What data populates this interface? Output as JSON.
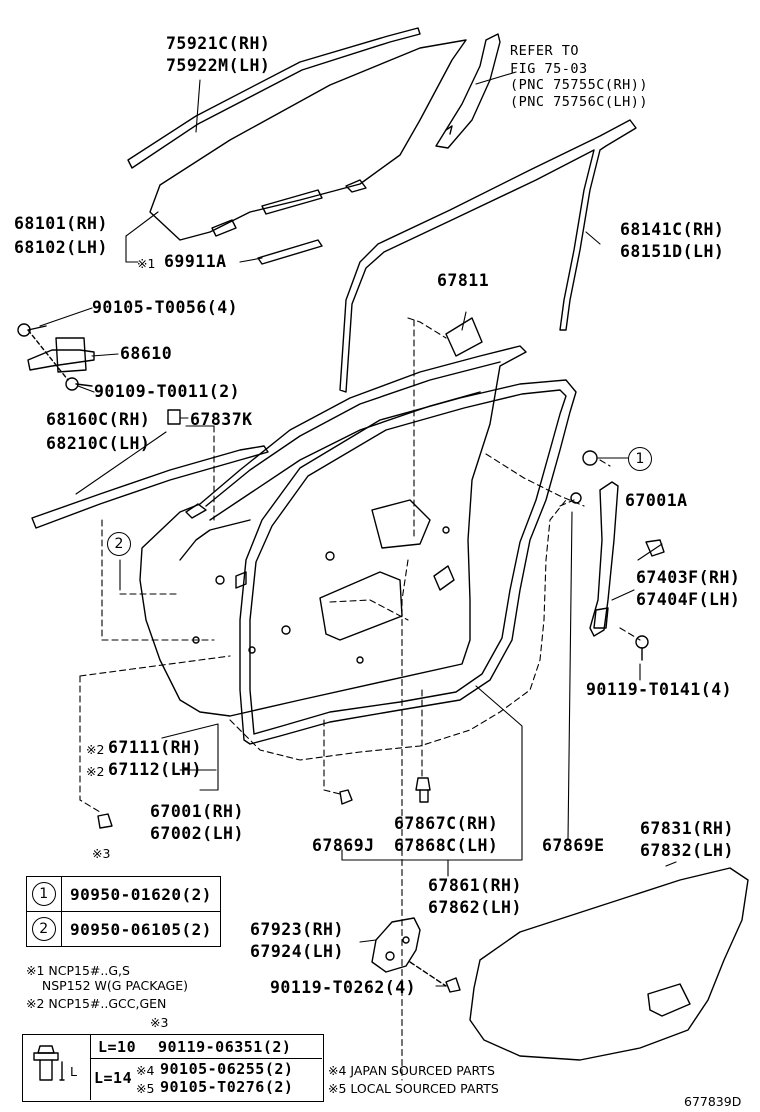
{
  "parts": {
    "p75921": "75921C(RH)",
    "p75922": "75922M(LH)",
    "p68101": "68101(RH)",
    "p68102": "68102(LH)",
    "p69911": "69911A",
    "p68141": "68141C(RH)",
    "p68151": "68151D(LH)",
    "p67811": "67811",
    "p90105_t0056": "90105-T0056(4)",
    "p68610": "68610",
    "p90109": "90109-T0011(2)",
    "p68160": "68160C(RH)",
    "p68210": "68210C(LH)",
    "p67837": "67837K",
    "p67001a": "67001A",
    "p67403": "67403F(RH)",
    "p67404": "67404F(LH)",
    "p90119_t0141": "90119-T0141(4)",
    "p67111": "67111(RH)",
    "p67112": "67112(LH)",
    "p67001": "67001(RH)",
    "p67002": "67002(LH)",
    "p67867": "67867C(RH)",
    "p67868": "67868C(LH)",
    "p67869j": "67869J",
    "p67869e": "67869E",
    "p67861": "67861(RH)",
    "p67862": "67862(LH)",
    "p67831": "67831(RH)",
    "p67832": "67832(LH)",
    "p67923": "67923(RH)",
    "p67924": "67924(LH)",
    "p90119_t0262": "90119-T0262(4)"
  },
  "reference": {
    "line1": "REFER TO",
    "line2": "FIG 75-03",
    "line3": "(PNC 75755C(RH))",
    "line4": "(PNC 75756C(LH))"
  },
  "marks": {
    "m1": "※1",
    "m2": "※2",
    "m3": "※3",
    "c1": "1",
    "c2": "2",
    "L": "L"
  },
  "legend": [
    {
      "num": "1",
      "part": "90950-01620(2)"
    },
    {
      "num": "2",
      "part": "90950-06105(2)"
    }
  ],
  "notes": {
    "n1a": "※1 NCP15#..G,S",
    "n1b": "    NSP152 W(G PACKAGE)",
    "n2": "※2 NCP15#..GCC,GEN",
    "n3": "※3",
    "n4": "※4 JAPAN SOURCED PARTS",
    "n5": "※5 LOCAL SOURCED PARTS"
  },
  "bolt_table": {
    "r1_len": "L=10",
    "r1_part": "90119-06351(2)",
    "r2_len": "L=14",
    "r2a_mark": "※4",
    "r2a_part": "90105-06255(2)",
    "r2b_mark": "※5",
    "r2b_part": "90105-T0276(2)"
  },
  "diagram_id": "677839D"
}
